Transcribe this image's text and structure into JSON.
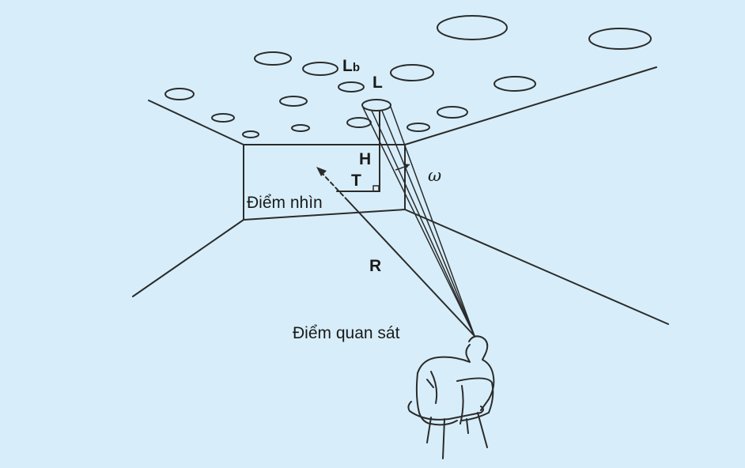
{
  "labels": {
    "lb_main": "L",
    "lb_sub": "b",
    "luminaire": "L",
    "height": "H",
    "horizontal": "T",
    "angle": "ω",
    "view_point": "Điểm nhìn",
    "distance": "R",
    "observer": "Điểm quan sát"
  },
  "colors": {
    "background": "#d7eefa",
    "line": "#2b2b2b"
  }
}
